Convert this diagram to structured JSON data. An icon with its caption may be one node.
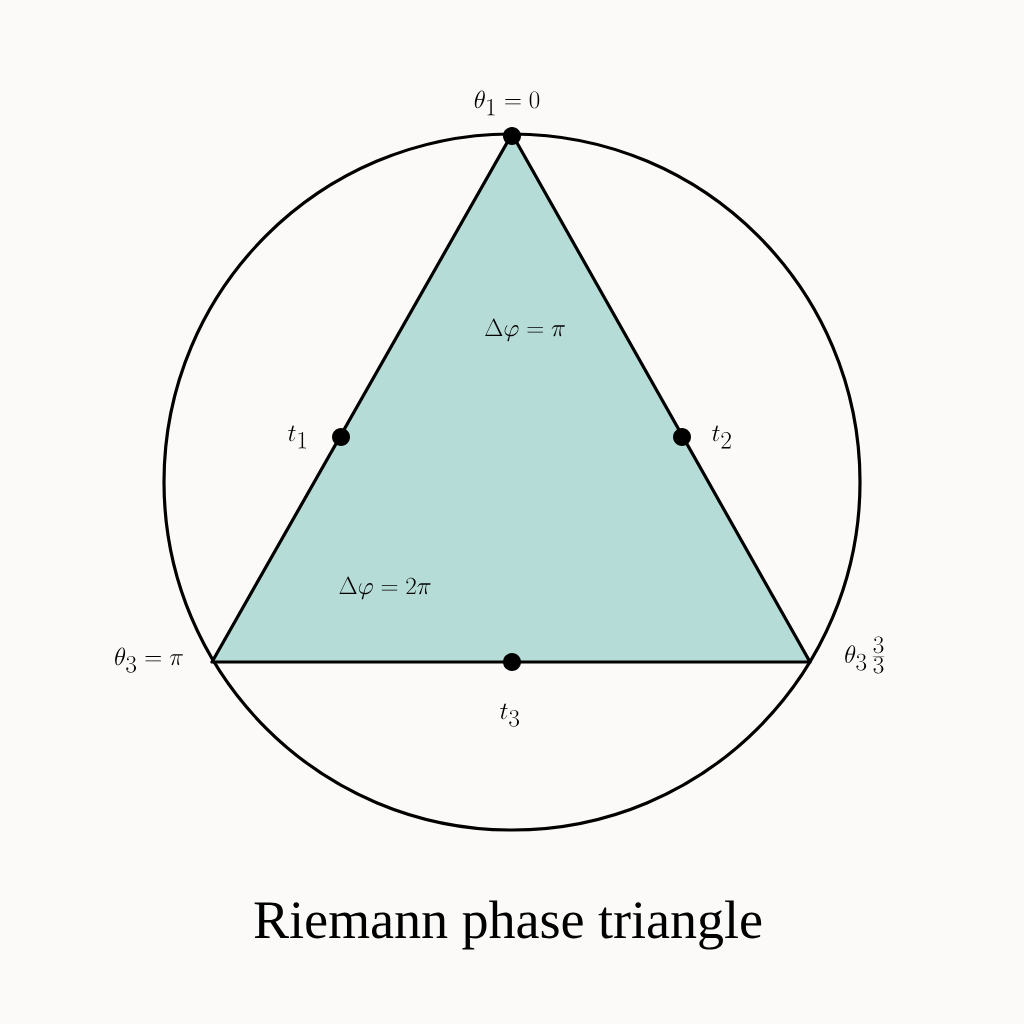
{
  "diagram": {
    "caption": "Riemann phase triangle",
    "nodes": [
      {
        "text": [
          "\\Delta\\varphi = \\pi",
          "\\Delta\\varphi = 2\\pi"
        ]
      }
    ],
    "labels": [
      "\\theta_1 = 0",
      "t_1",
      "t_2",
      "\\theta_3 = \\pi",
      "\\theta_3 \\, \\frac{3}{3}",
      "t_3"
    ]
  }
}
